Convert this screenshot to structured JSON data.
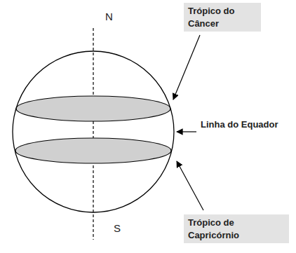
{
  "diagram": {
    "nodes": [
      {
        "text": [
          "Trópico do Câncer"
        ]
      },
      {
        "text": [
          "Trópico de Capricórnio"
        ]
      }
    ],
    "labels": [
      "N",
      "Linha do Equador",
      "S"
    ]
  }
}
